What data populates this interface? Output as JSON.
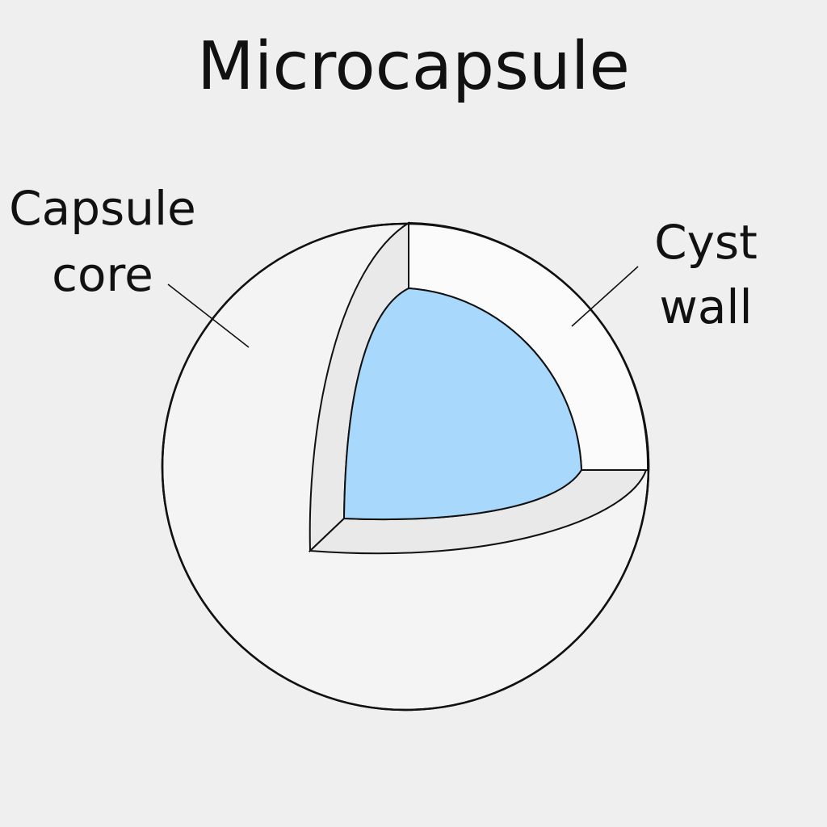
{
  "title": "Microcapsule",
  "labels": {
    "core_line1": "Capsule",
    "core_line2": "core",
    "wall_line1": "Cyst",
    "wall_line2": "wall"
  },
  "colors": {
    "background": "#efefef",
    "sphere_fill": "#f4f4f4",
    "cut_face_fill": "#fbfbfb",
    "cut_edge_fill": "#e9e9e9",
    "core_fill": "#a8d8fb",
    "stroke": "#111111"
  }
}
